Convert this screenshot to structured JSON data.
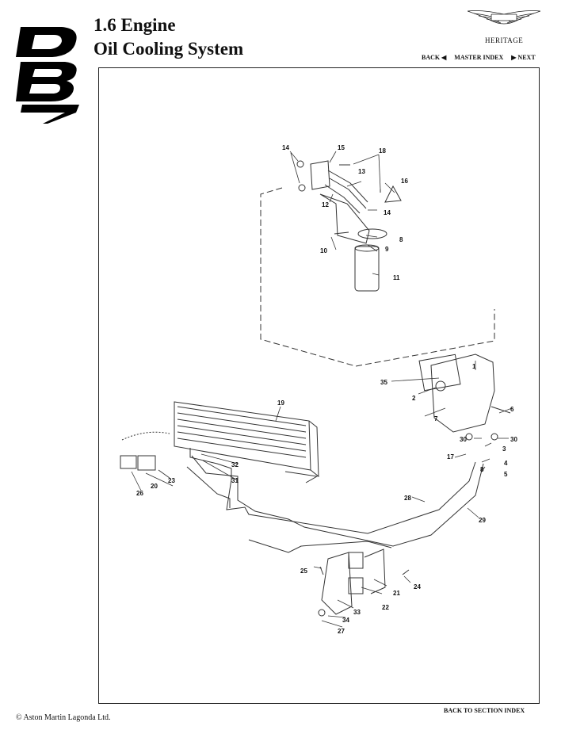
{
  "header": {
    "title_line1": "1.6 Engine",
    "title_line2": "Oil Cooling System",
    "brand_text": "HERITAGE",
    "logo_icon": "aston-martin-wings-icon",
    "model_logo": "db7-logo-icon"
  },
  "nav": {
    "back": "BACK ◀",
    "master_index": "MASTER INDEX",
    "next": "▶ NEXT",
    "back_to_section": "BACK TO SECTION INDEX"
  },
  "footer": {
    "copyright": "© Aston Martin Lagonda Ltd."
  },
  "diagram_labels": {
    "l14a": "14",
    "l15": "15",
    "l18": "18",
    "l13": "13",
    "l16": "16",
    "l12": "12",
    "l14b": "14",
    "l8a": "8",
    "l10": "10",
    "l9": "9",
    "l11": "11",
    "l1": "1",
    "l35": "35",
    "l2": "2",
    "l7": "7",
    "l6": "6",
    "l19": "19",
    "l30a": "30",
    "l30b": "30",
    "l3": "3",
    "l17": "17",
    "l4": "4",
    "l8b": "8",
    "l5": "5",
    "l32": "32",
    "l31": "31",
    "l23": "23",
    "l20": "20",
    "l26": "26",
    "l28": "28",
    "l29": "29",
    "l25": "25",
    "l21": "21",
    "l24": "24",
    "l22": "22",
    "l33": "33",
    "l34": "34",
    "l27": "27"
  }
}
